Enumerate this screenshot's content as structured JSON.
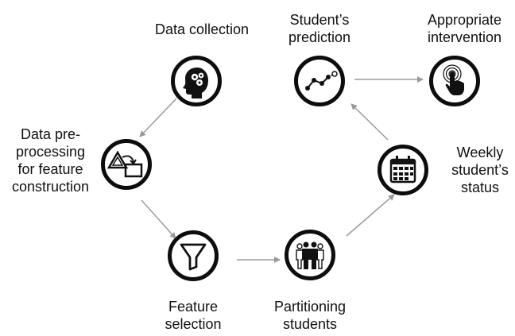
{
  "nodes": [
    {
      "id": "data-collection",
      "label": "Data collection",
      "icon": "head-gears-icon"
    },
    {
      "id": "preprocessing",
      "label": "Data pre-\nprocessing\nfor feature\nconstruction",
      "icon": "shapes-transform-icon"
    },
    {
      "id": "feature-selection",
      "label": "Feature\nselection",
      "icon": "funnel-icon"
    },
    {
      "id": "partitioning",
      "label": "Partitioning\nstudents",
      "icon": "people-group-icon"
    },
    {
      "id": "weekly-status",
      "label": "Weekly\nstudent’s\nstatus",
      "icon": "calendar-icon"
    },
    {
      "id": "prediction",
      "label": "Student’s\nprediction",
      "icon": "line-trend-icon"
    },
    {
      "id": "intervention",
      "label": "Appropriate\nintervention",
      "icon": "touch-pointer-icon"
    }
  ],
  "colors": {
    "stroke": "#0d0d0d",
    "arrow": "#9a9a9a",
    "text": "#111111"
  }
}
